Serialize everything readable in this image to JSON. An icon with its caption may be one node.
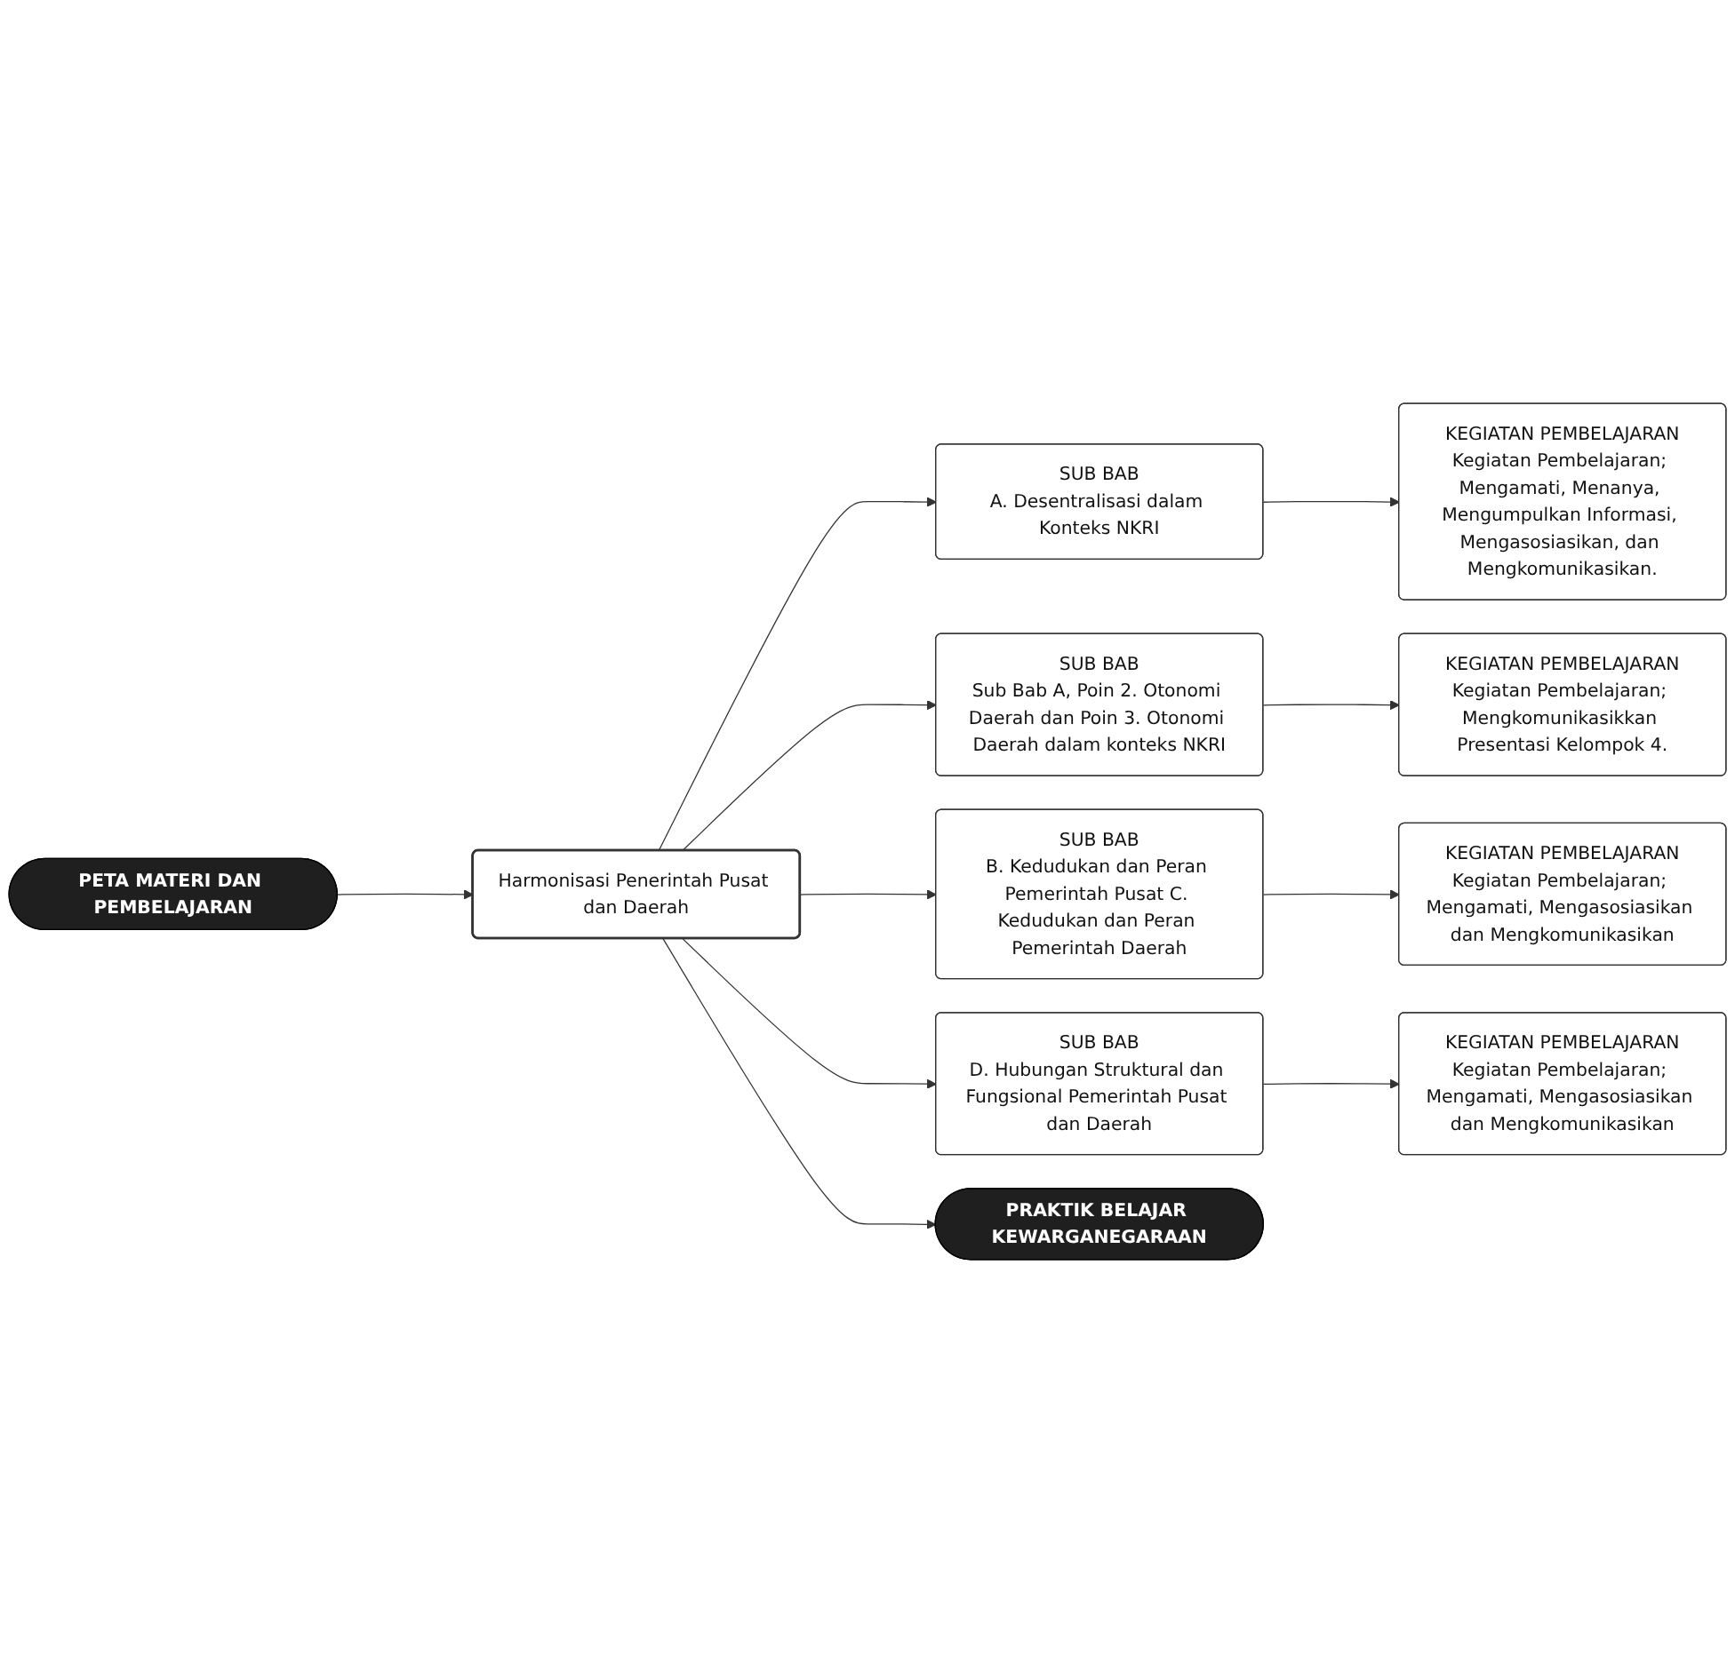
{
  "diagram": {
    "nodes": [
      {
        "text": [
          "PETA MATERI DAN PEMBELAJARAN"
        ]
      },
      {
        "text": [
          "Harmonisasi Penerintah Pusat dan Daerah"
        ]
      },
      {
        "text": [
          "SUB BAB",
          "A. Desentralisasi dalam Konteks NKRI"
        ]
      },
      {
        "text": [
          "KEGIATAN PEMBELAJARAN",
          "Kegiatan Pembelajaran; Mengamati, Menanya, Mengumpulkan Informasi, Mengasosiasikan, dan Mengkomunikasikan."
        ]
      },
      {
        "text": [
          "SUB BAB",
          "Sub Bab A, Poin 2. Otonomi Daerah dan Poin 3. Otonomi Daerah dalam konteks NKRI"
        ]
      },
      {
        "text": [
          "KEGIATAN PEMBELAJARAN",
          "Kegiatan Pembelajaran; Mengkomunikasikkan Presentasi Kelompok 4."
        ]
      },
      {
        "text": [
          "SUB BAB",
          "B. Kedudukan dan Peran Pemerintah Pusat C. Kedudukan dan Peran Pemerintah Daerah"
        ]
      },
      {
        "text": [
          "KEGIATAN PEMBELAJARAN",
          "Kegiatan Pembelajaran; Mengamati, Mengasosiasikan dan Mengkomunikasikan"
        ]
      },
      {
        "text": [
          "SUB BAB",
          "D. Hubungan Struktural dan Fungsional Pemerintah Pusat dan Daerah"
        ]
      },
      {
        "text": [
          "KEGIATAN PEMBELAJARAN",
          "Kegiatan Pembelajaran; Mengamati, Mengasosiasikan dan Mengkomunikasikan"
        ]
      },
      {
        "text": [
          "PRAKTIK BELAJAR KEWARGANEGARAAN"
        ]
      }
    ],
    "edges": [
      {
        "from": 0,
        "to": 1,
        "arrow": "to"
      },
      {
        "from": 1,
        "to": 2,
        "arrow": "to"
      },
      {
        "from": 1,
        "to": 4,
        "arrow": "to"
      },
      {
        "from": 1,
        "to": 6,
        "arrow": "to"
      },
      {
        "from": 1,
        "to": 8,
        "arrow": "to"
      },
      {
        "from": 2,
        "to": 3,
        "arrow": "to"
      },
      {
        "from": 4,
        "to": 5,
        "arrow": "to"
      },
      {
        "from": 6,
        "to": 7,
        "arrow": "to"
      },
      {
        "from": 8,
        "to": 9,
        "arrow": "to"
      },
      {
        "from": 1,
        "to": 10,
        "arrow": "to"
      }
    ]
  }
}
